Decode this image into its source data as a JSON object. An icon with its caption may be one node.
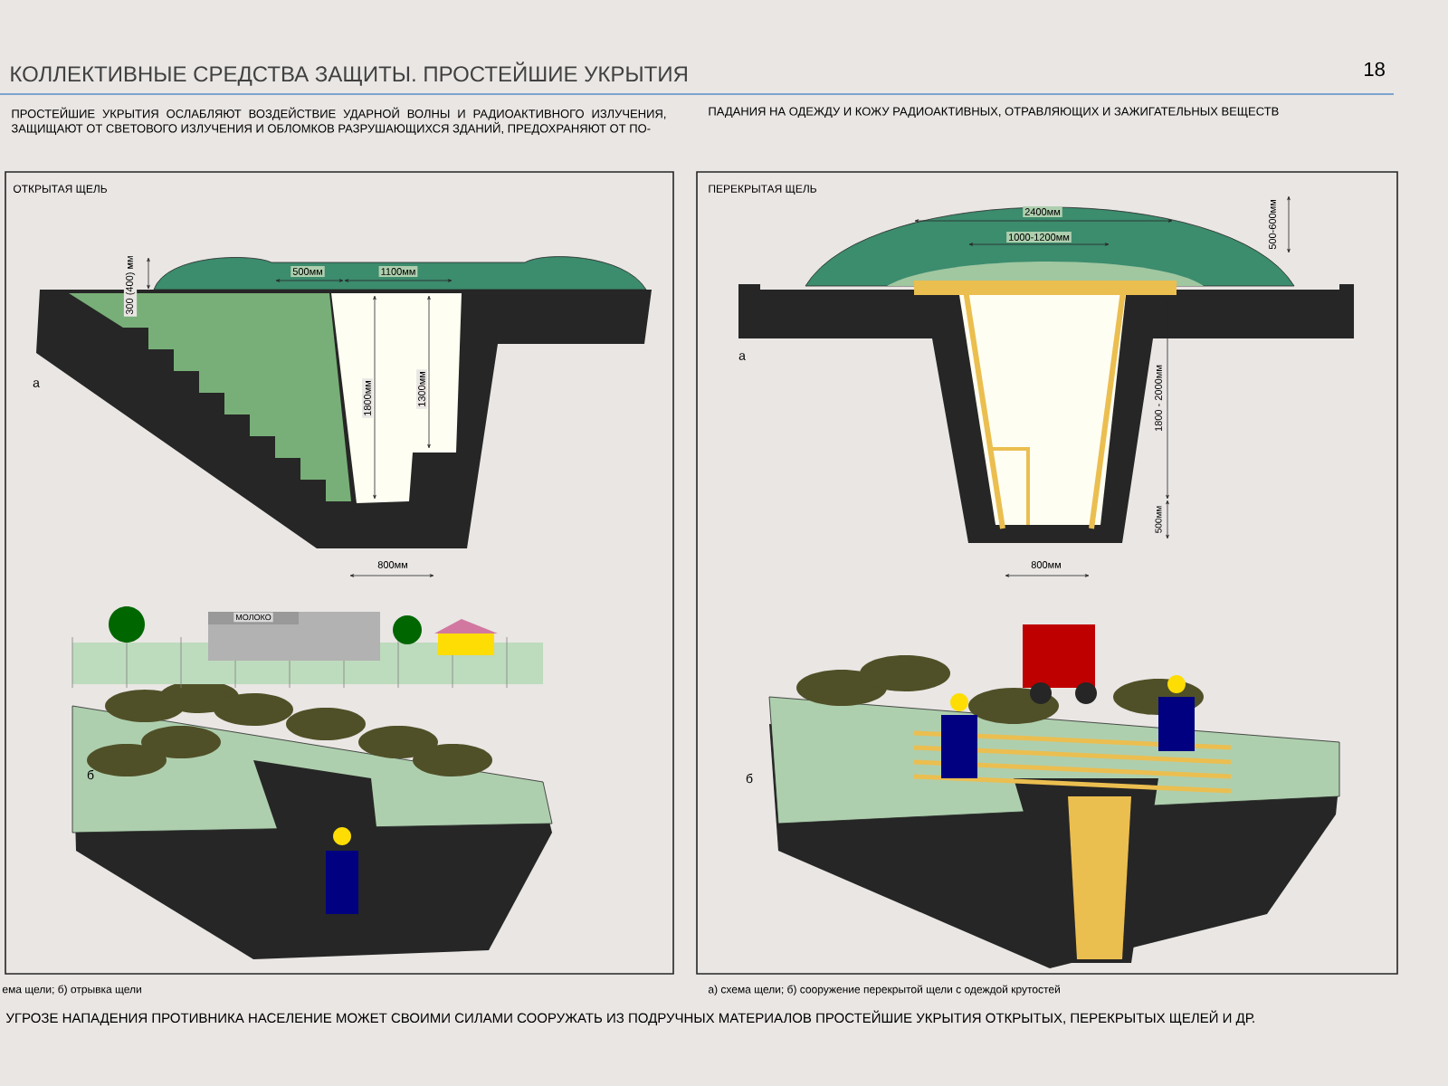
{
  "diagram": {
    "title": "КОЛЛЕКТИВНЫЕ СРЕДСТВА ЗАЩИТЫ. ПРОСТЕЙШИЕ УКРЫТИЯ",
    "nodes": [
      {
        "text": [
          "ОТКРЫТАЯ ЩЕЛЬ"
        ],
        "beside": [
          "ема щели; б) отрывка щели"
        ]
      },
      {
        "text": [
          "ПЕРЕКРЫТАЯ ЩЕЛЬ"
        ],
        "beside": [
          "а) схема щели; б) сооружение перекрытой щели с одеждой крутостей"
        ]
      }
    ],
    "labels": [
      "18",
      "ПРОСТЕЙШИЕ УКРЫТИЯ ОСЛАБЛЯЮТ ВОЗДЕЙСТВИЕ УДАРНОЙ ВОЛНЫ И РАДИОАКТИВНОГО ИЗЛУЧЕНИЯ, ЗАЩИЩАЮТ ОТ СВЕТОВОГО ИЗЛУЧЕНИЯ И ОБЛОМКОВ РАЗРУШАЮЩИХСЯ ЗДАНИЙ, ПРЕДОХРАНЯЮТ ОТ ПО-",
      "ПАДАНИЯ НА ОДЕЖДУ И КОЖУ РАДИОАКТИВНЫХ, ОТРАВЛЯЮЩИХ И ЗАЖИГАТЕЛЬНЫХ ВЕЩЕСТВ",
      "300 (400) мм",
      "500мм",
      "1100мм",
      "1800мм",
      "1300мм",
      "а",
      "800мм",
      "МОЛОКО",
      "б",
      "2400мм",
      "1000-1200мм",
      "500-600мм",
      "а",
      "1800 - 2000мм",
      "500мм",
      "800мм",
      "б",
      "УГРОЗЕ НАПАДЕНИЯ ПРОТИВНИКА НАСЕЛЕНИЕ МОЖЕТ СВОИМИ СИЛАМИ СООРУЖАТЬ ИЗ ПОДРУЧНЫХ МАТЕРИАЛОВ ПРОСТЕЙШИЕ УКРЫТИЯ ОТКРЫТЫХ, ПЕРЕКРЫТЫХ ЩЕЛЕЙ И ДР."
    ]
  }
}
